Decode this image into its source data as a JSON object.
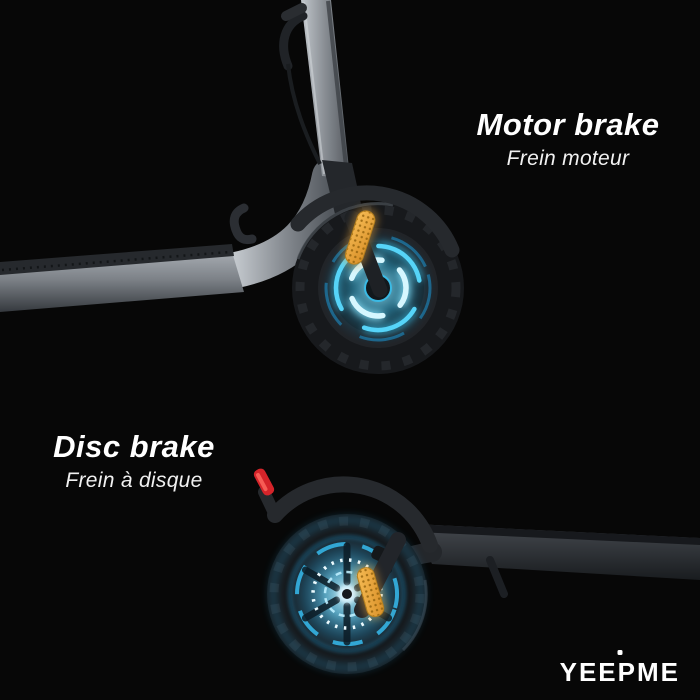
{
  "background_color": "#070707",
  "annotations": {
    "motor_brake": {
      "title": "Motor brake",
      "subtitle": "Frein moteur"
    },
    "disc_brake": {
      "title": "Disc brake",
      "subtitle": "Frein à disque"
    }
  },
  "logo": {
    "text": "YEEPME"
  },
  "colors": {
    "text_primary": "#ffffff",
    "glow_blue": "#3ec8f2",
    "glow_blue_bright": "#d6f7ff",
    "reflector_orange": "#e9a63c",
    "taillight_red": "#d5242a",
    "scooter_silver": "#9aa0a6",
    "scooter_dark_gray": "#26292d",
    "tire_black": "#17191c"
  }
}
